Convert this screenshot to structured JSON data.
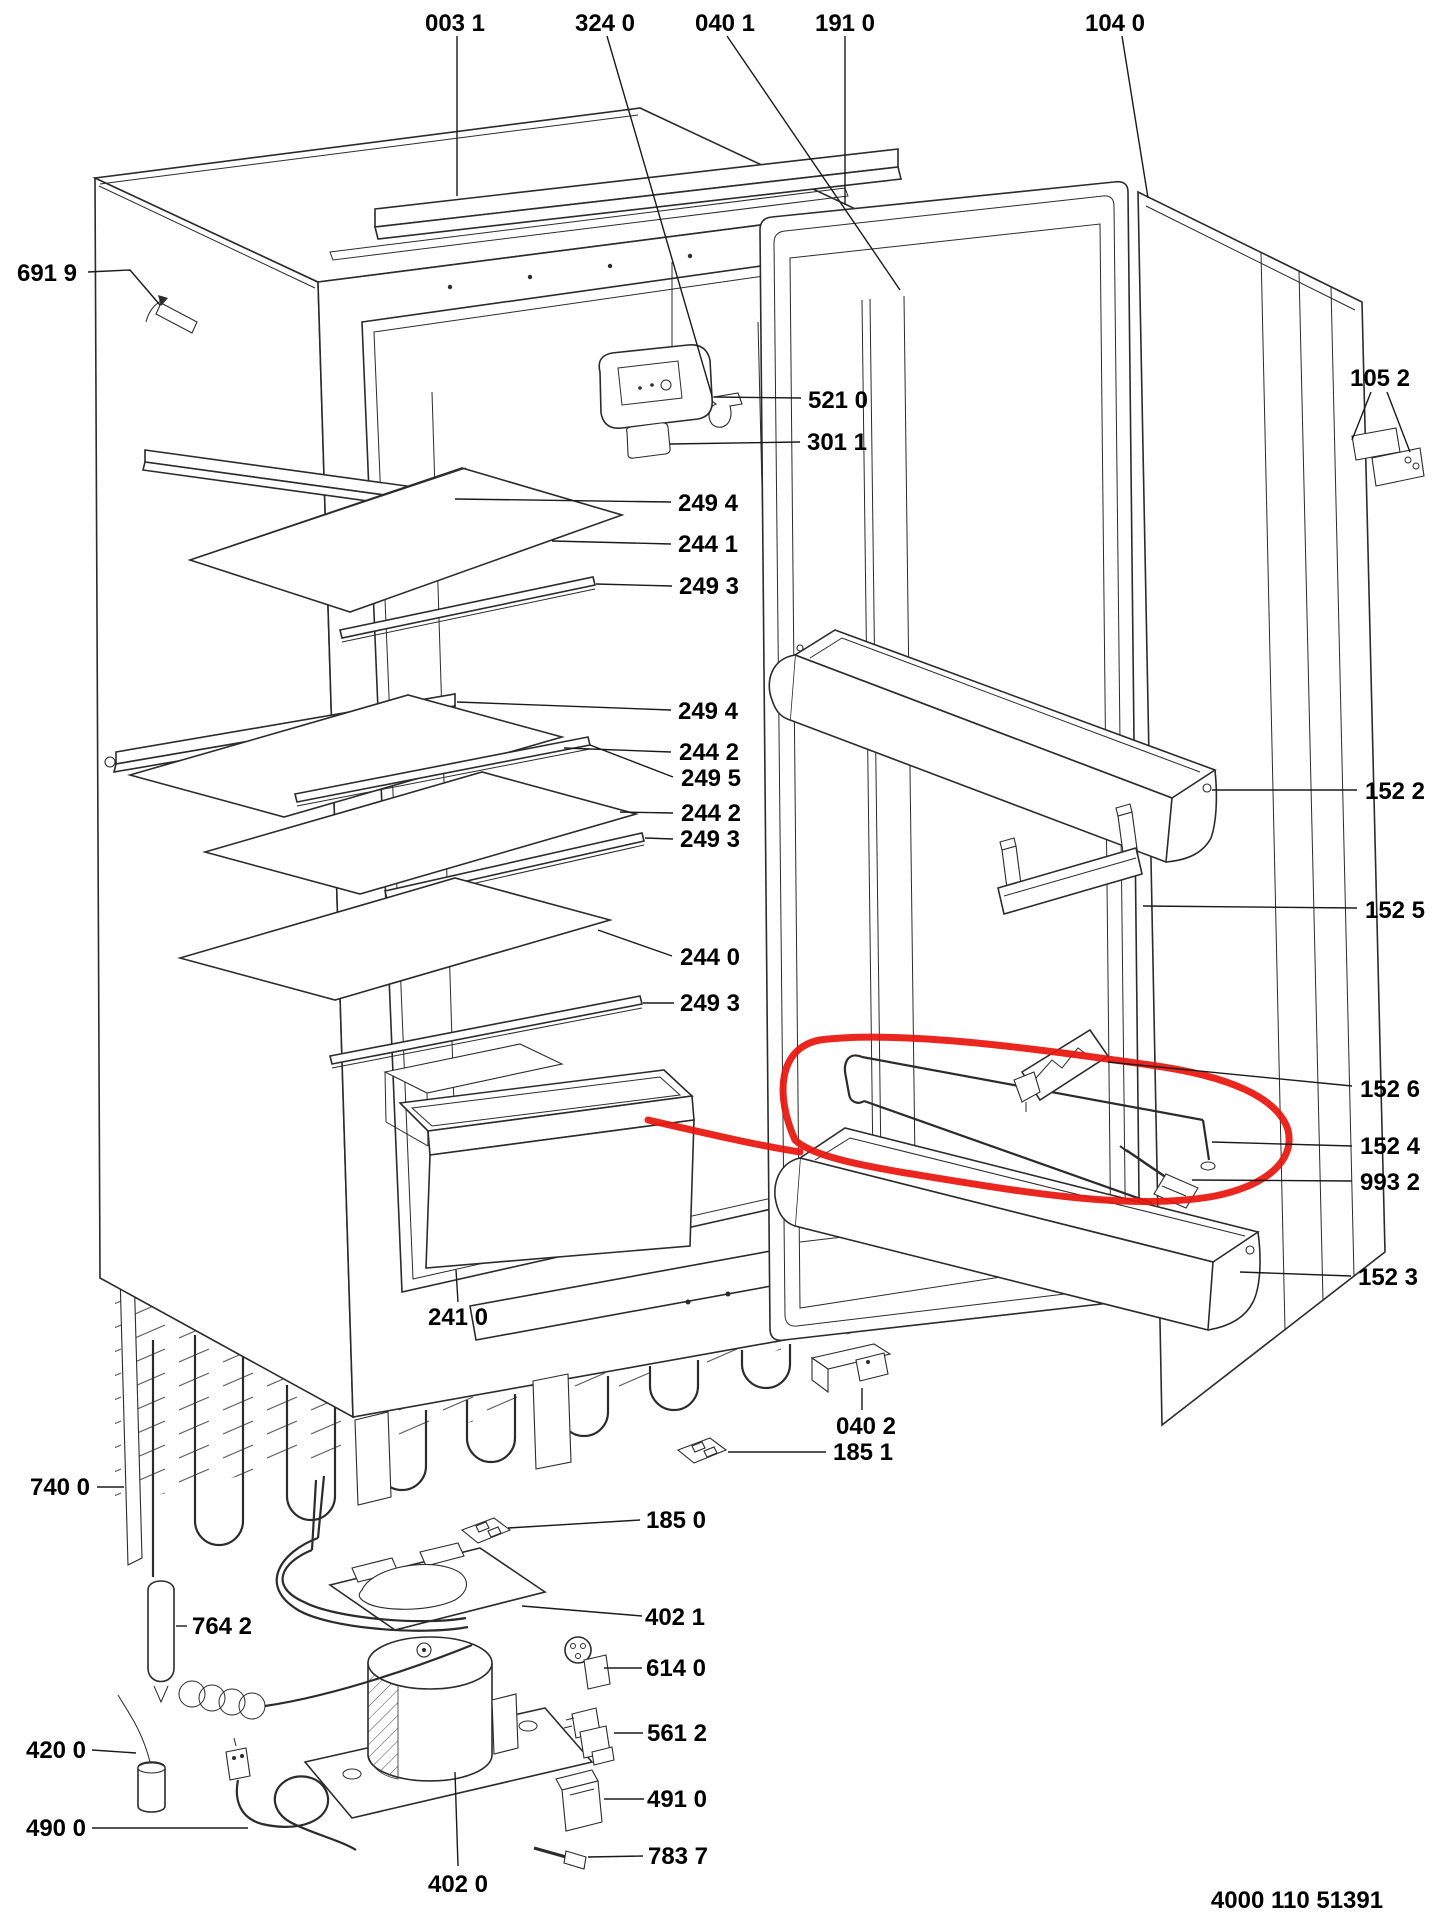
{
  "diagram": {
    "doc_code": "4000 110 51391",
    "highlight_color": "#e8140c",
    "background": "#ffffff",
    "line_color": "#2b2b2b"
  },
  "parts": [
    {
      "code": "003 1"
    },
    {
      "code": "324 0"
    },
    {
      "code": "040 1"
    },
    {
      "code": "191 0"
    },
    {
      "code": "104 0"
    },
    {
      "code": "691 9"
    },
    {
      "code": "105 2"
    },
    {
      "code": "521 0"
    },
    {
      "code": "301 1"
    },
    {
      "code": "249 4"
    },
    {
      "code": "244 1"
    },
    {
      "code": "249 3"
    },
    {
      "code": "249 4"
    },
    {
      "code": "244 2"
    },
    {
      "code": "249 5"
    },
    {
      "code": "244 2"
    },
    {
      "code": "249 3"
    },
    {
      "code": "244 0"
    },
    {
      "code": "249 3"
    },
    {
      "code": "152 2"
    },
    {
      "code": "152 5"
    },
    {
      "code": "152 6"
    },
    {
      "code": "152 4"
    },
    {
      "code": "993 2"
    },
    {
      "code": "152 3"
    },
    {
      "code": "241 0"
    },
    {
      "code": "040 2"
    },
    {
      "code": "185 1"
    },
    {
      "code": "185 0"
    },
    {
      "code": "740 0"
    },
    {
      "code": "764 2"
    },
    {
      "code": "420 0"
    },
    {
      "code": "490 0"
    },
    {
      "code": "402 1"
    },
    {
      "code": "614 0"
    },
    {
      "code": "561 2"
    },
    {
      "code": "491 0"
    },
    {
      "code": "783 7"
    },
    {
      "code": "402 0"
    }
  ]
}
